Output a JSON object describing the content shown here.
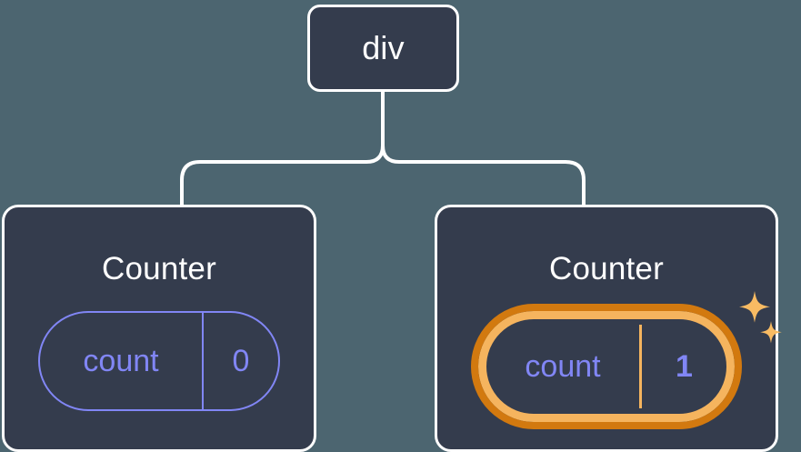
{
  "diagram": {
    "type": "component-tree",
    "background_color": "#4c6570",
    "node_fill_color": "#343c4d",
    "node_border_color": "#ffffff",
    "connector_color": "#ffffff",
    "accent_purple": "#8186f5",
    "highlight_inner_color": "#f5b45e",
    "highlight_outer_color": "#d2790f",
    "sparkle_color": "#f8bb63"
  },
  "root": {
    "label": "div"
  },
  "children": [
    {
      "label": "Counter",
      "state": {
        "key": "count",
        "value": "0"
      },
      "highlighted": false,
      "sparkles": false
    },
    {
      "label": "Counter",
      "state": {
        "key": "count",
        "value": "1"
      },
      "highlighted": true,
      "sparkles": true
    }
  ]
}
